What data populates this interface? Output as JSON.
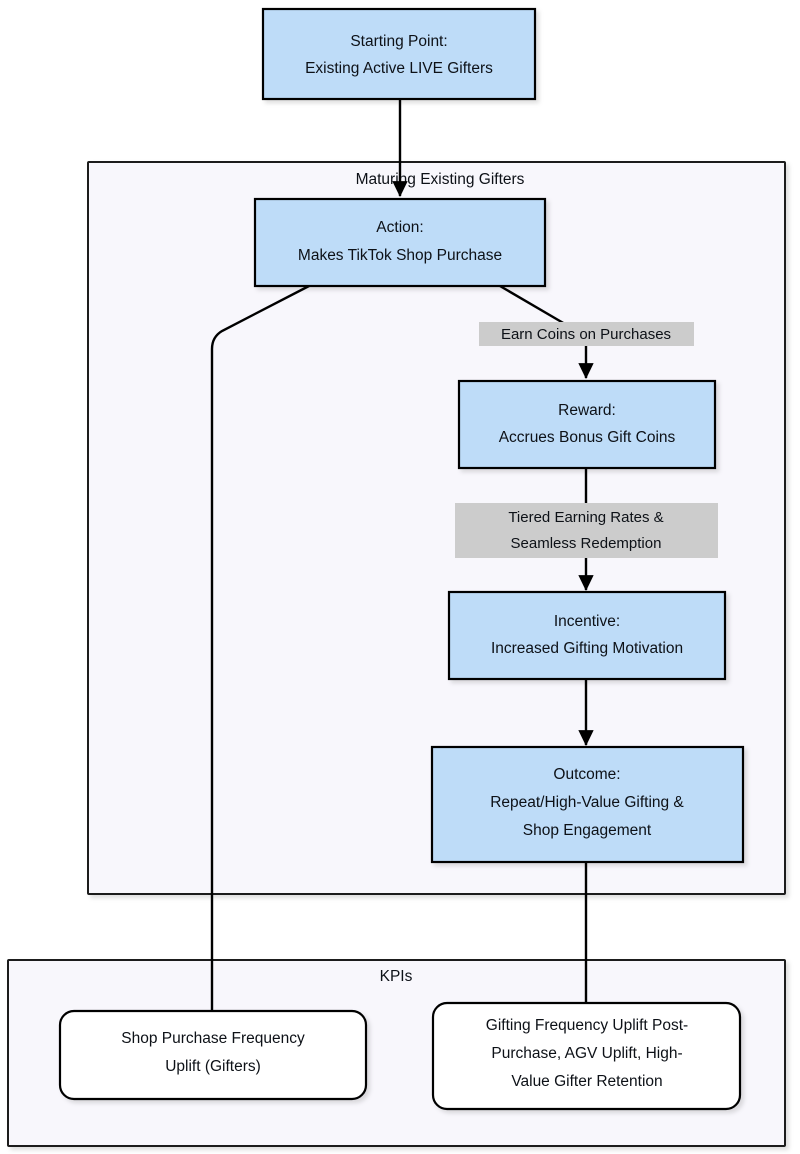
{
  "diagram": {
    "type": "flowchart",
    "direction": "top-down",
    "title": "",
    "colors": {
      "node_fill": "#bedcf8",
      "node_stroke": "#000000",
      "kpi_fill": "#ffffff",
      "cluster_fill": "#f8f7fc",
      "cluster_stroke": "#1a1a1a",
      "edge_label_bg": "#cccccc",
      "edge_stroke": "#000000",
      "text": "#0d1117",
      "background": "#ffffff"
    },
    "clusters": [
      {
        "id": "cluster-maturing",
        "title": "Maturing Existing Gifters"
      },
      {
        "id": "cluster-kpis",
        "title": "KPIs"
      }
    ],
    "nodes": [
      {
        "id": "start",
        "shape": "rect",
        "lines": [
          "Starting Point:",
          "Existing Active LIVE Gifters"
        ]
      },
      {
        "id": "action",
        "shape": "rect",
        "lines": [
          "Action:",
          "Makes TikTok Shop Purchase"
        ]
      },
      {
        "id": "reward",
        "shape": "rect",
        "lines": [
          "Reward:",
          "Accrues Bonus Gift Coins"
        ]
      },
      {
        "id": "incentive",
        "shape": "rect",
        "lines": [
          "Incentive:",
          "Increased Gifting Motivation"
        ]
      },
      {
        "id": "outcome",
        "shape": "rect",
        "lines": [
          "Outcome:",
          "Repeat/High-Value Gifting &",
          "Shop Engagement"
        ]
      },
      {
        "id": "kpi-left",
        "shape": "rounded-rect",
        "lines": [
          "Shop Purchase Frequency",
          "Uplift (Gifters)"
        ]
      },
      {
        "id": "kpi-right",
        "shape": "rounded-rect",
        "lines": [
          "Gifting Frequency Uplift Post-",
          "Purchase, AGV Uplift, High-",
          "Value Gifter Retention"
        ]
      }
    ],
    "edges": [
      {
        "from": "start",
        "to": "action",
        "label_lines": [],
        "arrow": true
      },
      {
        "from": "action",
        "to": "reward",
        "label_lines": [
          "Earn Coins on Purchases"
        ],
        "arrow": true
      },
      {
        "from": "action",
        "to": "kpi-left",
        "label_lines": [],
        "arrow": false
      },
      {
        "from": "reward",
        "to": "incentive",
        "label_lines": [
          "Tiered Earning Rates &",
          "Seamless Redemption"
        ],
        "arrow": true
      },
      {
        "from": "incentive",
        "to": "outcome",
        "label_lines": [],
        "arrow": true
      },
      {
        "from": "outcome",
        "to": "kpi-right",
        "label_lines": [],
        "arrow": false
      }
    ]
  },
  "labels": {
    "start_l1": "Starting Point:",
    "start_l2": "Existing Active LIVE Gifters",
    "cluster_maturing": "Maturing Existing Gifters",
    "action_l1": "Action:",
    "action_l2": "Makes TikTok Shop Purchase",
    "edge_earn_coins": "Earn Coins on Purchases",
    "reward_l1": "Reward:",
    "reward_l2": "Accrues Bonus Gift Coins",
    "edge_tiered_l1": "Tiered Earning Rates &",
    "edge_tiered_l2": "Seamless Redemption",
    "incentive_l1": "Incentive:",
    "incentive_l2": "Increased Gifting Motivation",
    "outcome_l1": "Outcome:",
    "outcome_l2": "Repeat/High-Value Gifting &",
    "outcome_l3": "Shop Engagement",
    "cluster_kpis": "KPIs",
    "kpi_left_l1": "Shop Purchase Frequency",
    "kpi_left_l2": "Uplift (Gifters)",
    "kpi_right_l1": "Gifting Frequency Uplift Post-",
    "kpi_right_l2": "Purchase, AGV Uplift, High-",
    "kpi_right_l3": "Value Gifter Retention"
  }
}
